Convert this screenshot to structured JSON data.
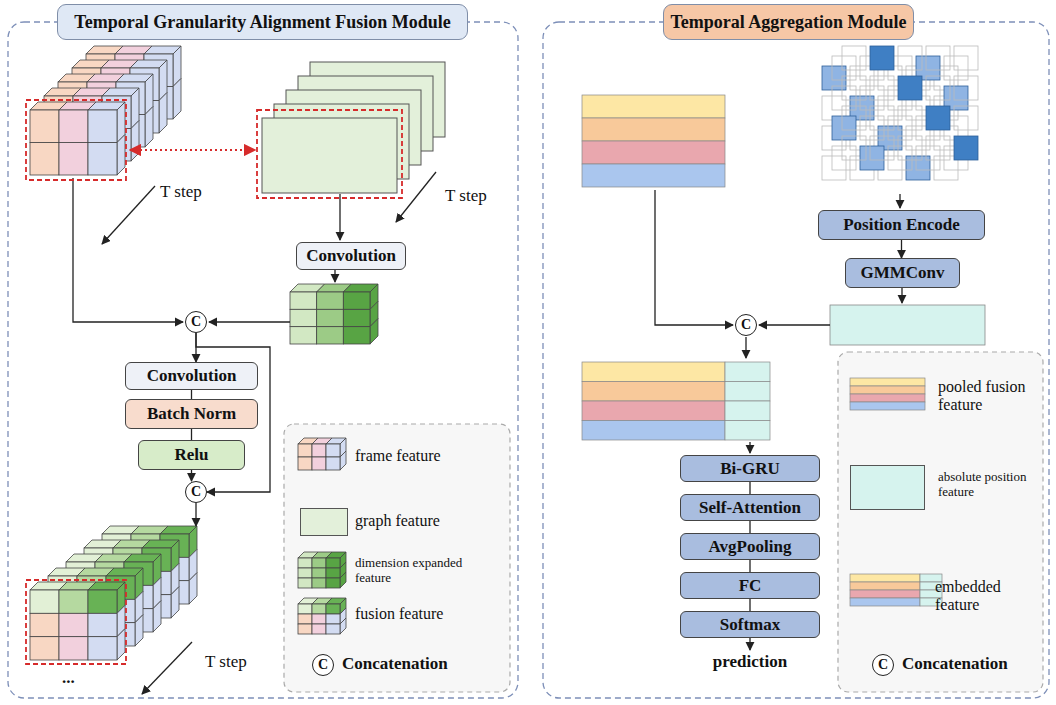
{
  "diagram": {
    "nodes": [
      {
        "text": [
          "Temporal Granularity Alignment Fusion Module"
        ]
      },
      {
        "text": [
          "Convolution"
        ]
      },
      {
        "text": [
          "C"
        ]
      },
      {
        "text": [
          "Convolution"
        ]
      },
      {
        "text": [
          "Batch Norm"
        ]
      },
      {
        "text": [
          "Relu"
        ]
      },
      {
        "text": [
          "C"
        ]
      },
      {
        "text": [
          "Temporal Aggregation Module"
        ]
      },
      {
        "text": [
          "Position Encode"
        ]
      },
      {
        "text": [
          "GMMConv"
        ]
      },
      {
        "text": [
          "C"
        ]
      },
      {
        "text": [
          "Bi-GRU"
        ]
      },
      {
        "text": [
          "Self-Attention"
        ]
      },
      {
        "text": [
          "AvgPooling"
        ]
      },
      {
        "text": [
          "FC"
        ]
      },
      {
        "text": [
          "Softmax"
        ]
      }
    ],
    "edges": [
      {
        "from": 2,
        "to": 3,
        "arrow": "to"
      },
      {
        "from": 3,
        "to": 4,
        "arrow": "none"
      },
      {
        "from": 4,
        "to": 5,
        "arrow": "none"
      },
      {
        "from": 5,
        "to": 6,
        "arrow": "to"
      },
      {
        "from": 2,
        "to": 6,
        "arrow": "to"
      },
      {
        "from": 8,
        "to": 9,
        "arrow": "to"
      },
      {
        "from": 11,
        "to": 12,
        "arrow": "none"
      },
      {
        "from": 12,
        "to": 13,
        "arrow": "none"
      },
      {
        "from": 13,
        "to": 14,
        "arrow": "none"
      },
      {
        "from": 14,
        "to": 15,
        "arrow": "none"
      }
    ],
    "labels": [
      "T step",
      "T step",
      "T step",
      "...",
      "C",
      "prediction",
      "C"
    ],
    "legend": [
      {
        "text": "frame feature"
      },
      {
        "text": "graph feature",
        "color": "#e3f0da"
      },
      {
        "text": "dimension expanded feature"
      },
      {
        "text": "fusion feature"
      },
      {
        "text": "Concatenation"
      },
      {
        "text": "pooled fusion feature"
      },
      {
        "text": "absolute position feature",
        "color": "#d6f3ee"
      },
      {
        "text": "embedded feature"
      },
      {
        "text": "Concatenation"
      }
    ]
  }
}
